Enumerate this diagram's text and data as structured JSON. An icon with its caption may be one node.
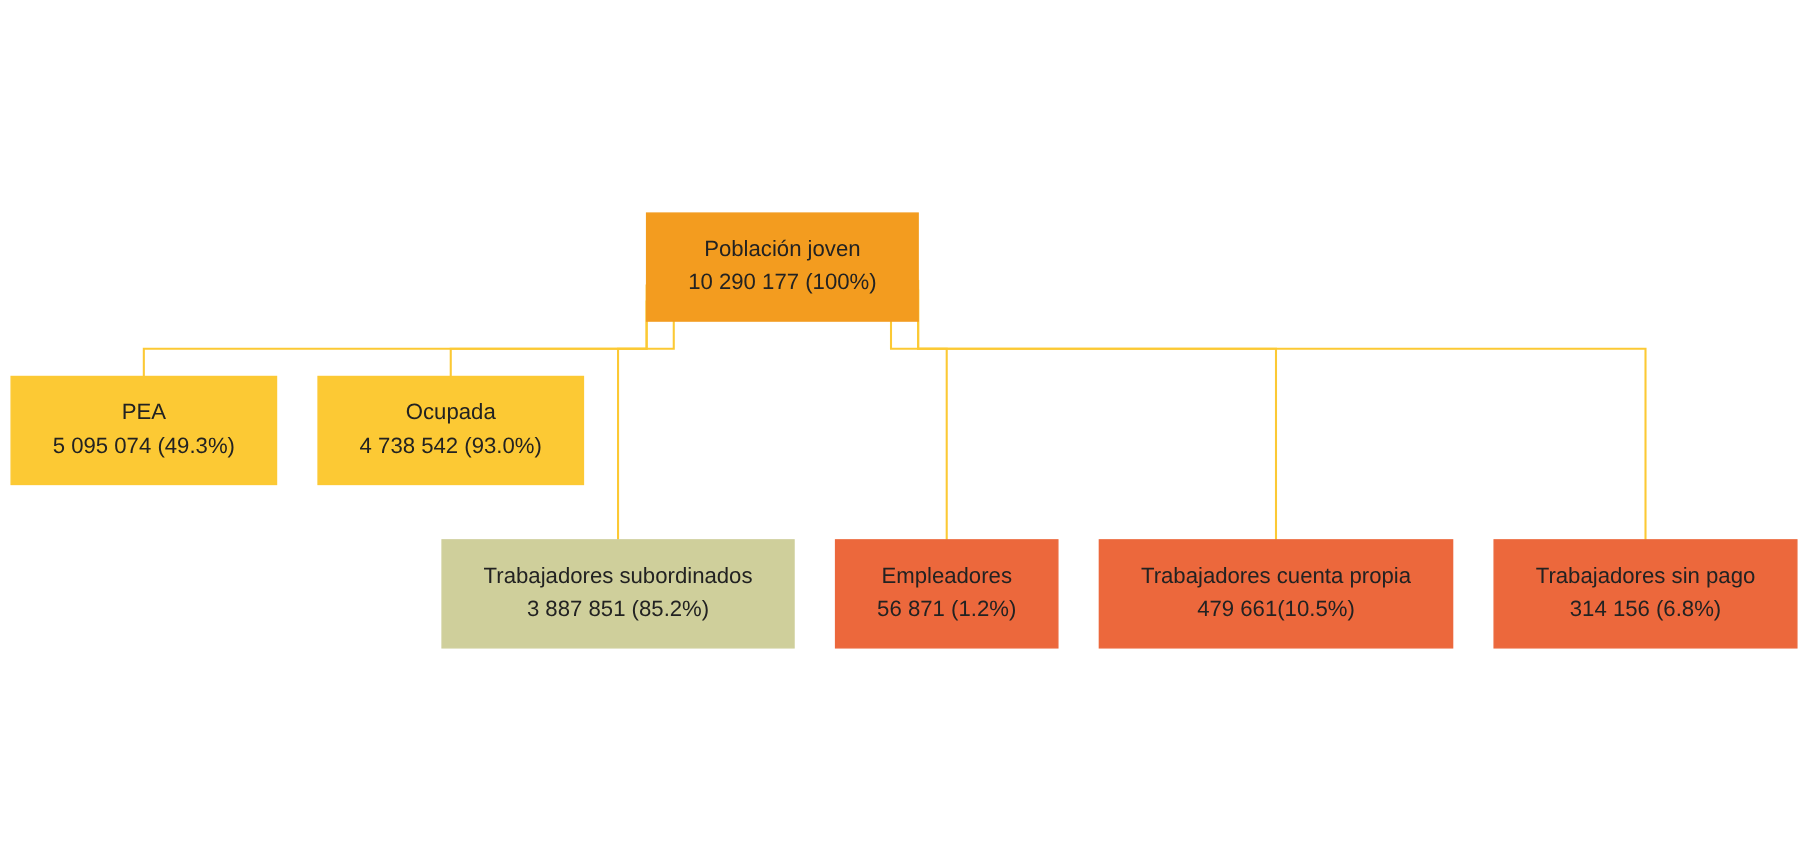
{
  "diagram": {
    "nodes": [
      {
        "text": [
          "Población joven",
          "10 290 177 (100%)"
        ]
      },
      {
        "text": [
          "PEA",
          "5 095 074 (49.3%)"
        ]
      },
      {
        "text": [
          "Ocupada",
          "4 738 542 (93.0%)"
        ]
      },
      {
        "text": [
          "Trabajadores subordinados",
          "3 887 851 (85.2%)"
        ]
      },
      {
        "text": [
          "Empleadores",
          "56 871 (1.2%)"
        ]
      },
      {
        "text": [
          "Trabajadores cuenta propia",
          "479 661(10.5%)"
        ]
      },
      {
        "text": [
          "Trabajadores sin pago",
          "314 156 (6.8%)"
        ]
      }
    ],
    "edges": [
      {
        "from": 0,
        "to": 1,
        "arrow": "none"
      },
      {
        "from": 0,
        "to": 2,
        "arrow": "none"
      },
      {
        "from": 0,
        "to": 3,
        "arrow": "none"
      },
      {
        "from": 0,
        "to": 4,
        "arrow": "none"
      },
      {
        "from": 0,
        "to": 5,
        "arrow": "none"
      },
      {
        "from": 0,
        "to": 6,
        "arrow": "none"
      }
    ]
  }
}
